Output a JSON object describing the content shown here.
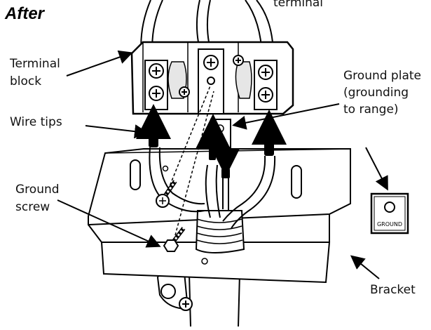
{
  "title": "After",
  "labels": {
    "terminal_cut": "terminal",
    "terminal_block_1": "Terminal",
    "terminal_block_2": "block",
    "wire_tips": "Wire tips",
    "ground_screw_1": "Ground",
    "ground_screw_2": "screw",
    "ground_plate_1": "Ground plate",
    "ground_plate_2": "(grounding",
    "ground_plate_3": "to range)",
    "bracket": "Bracket"
  },
  "plate_text": {
    "small": "GROUND",
    "large": "GROUND"
  },
  "colors": {
    "line": "#000000",
    "fill": "#ffffff",
    "shade": "#e6e6e6"
  }
}
